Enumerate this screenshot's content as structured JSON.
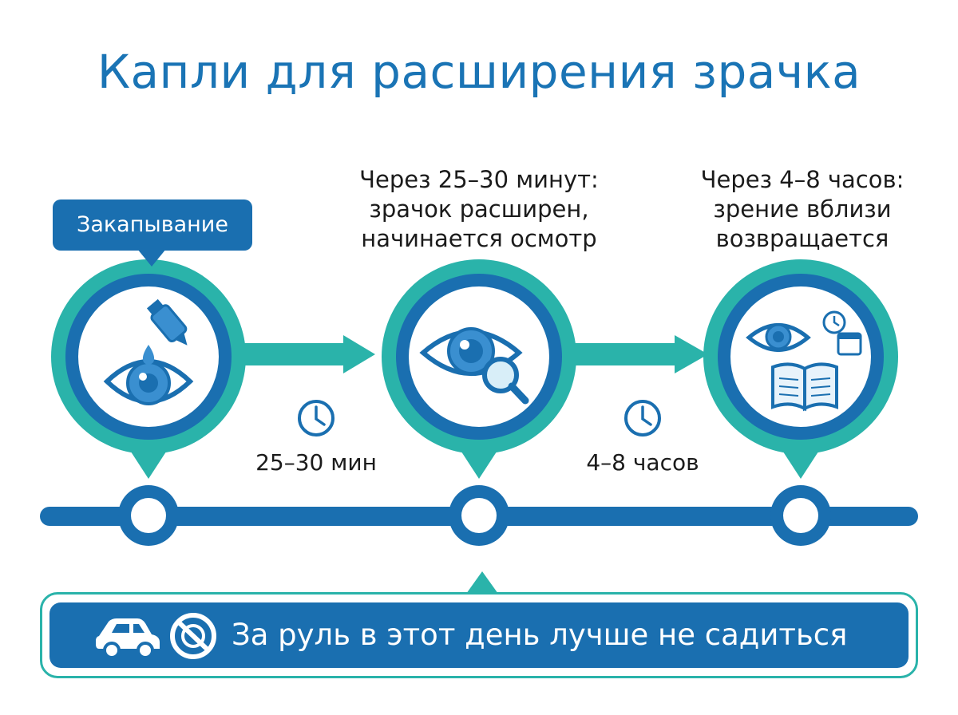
{
  "title": "Капли для расширения зрачка",
  "steps": [
    {
      "label": "Закапывание"
    },
    {
      "lines": [
        "Через 25–30 минут:",
        "зрачок расширен,",
        "начинается осмотр"
      ]
    },
    {
      "lines": [
        "Через 4–8 часов:",
        "зрение вблизи",
        "возвращается"
      ]
    }
  ],
  "durations": [
    "25–30 мин",
    "4–8 часов"
  ],
  "warning": "За руль в этот день лучше не садиться",
  "icons": [
    "eye-drops-icon",
    "eye-magnifier-icon",
    "eye-book-calendar-icon",
    "clock-icon",
    "car-icon",
    "no-driving-icon"
  ],
  "colors": {
    "blue": "#1a6fb0",
    "teal": "#2ab3aa",
    "title": "#1a74b5"
  }
}
